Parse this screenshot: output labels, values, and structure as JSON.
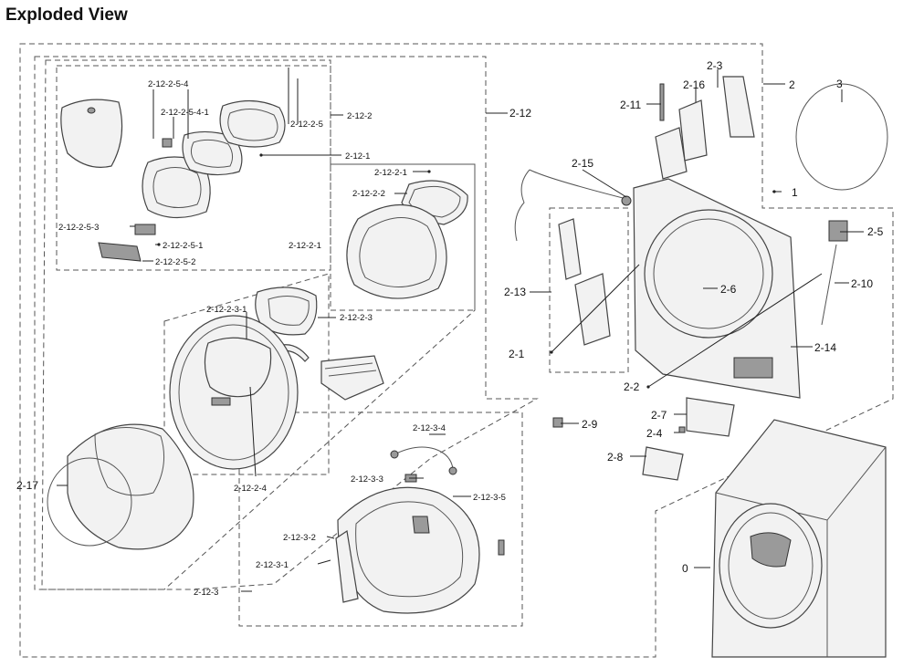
{
  "page": {
    "title": "Exploded View"
  },
  "labels": {
    "l0": "0",
    "l1": "1",
    "l2": "2",
    "l3": "3",
    "l2_1": "2-1",
    "l2_2": "2-2",
    "l2_3": "2-3",
    "l2_4": "2-4",
    "l2_5": "2-5",
    "l2_6": "2-6",
    "l2_7": "2-7",
    "l2_8": "2-8",
    "l2_9": "2-9",
    "l2_10": "2-10",
    "l2_11": "2-11",
    "l2_12": "2-12",
    "l2_13": "2-13",
    "l2_14": "2-14",
    "l2_15": "2-15",
    "l2_16": "2-16",
    "l2_17": "2-17",
    "l2_12_1": "2-12-1",
    "l2_12_2": "2-12-2",
    "l2_12_2_1": "2-12-2-1",
    "l2_12_2_1b": "2-12-2-1",
    "l2_12_2_2": "2-12-2-2",
    "l2_12_2_3": "2-12-2-3",
    "l2_12_2_3_1": "2-12-2-3-1",
    "l2_12_2_4": "2-12-2-4",
    "l2_12_2_5": "2-12-2-5",
    "l2_12_2_5_1": "2-12-2-5-1",
    "l2_12_2_5_2": "2-12-2-5-2",
    "l2_12_2_5_3": "2-12-2-5-3",
    "l2_12_2_5_4": "2-12-2-5-4",
    "l2_12_2_5_4_1": "2-12-2-5-4-1",
    "l2_12_3": "2-12-3",
    "l2_12_3_1": "2-12-3-1",
    "l2_12_3_2": "2-12-3-2",
    "l2_12_3_3": "2-12-3-3",
    "l2_12_3_4": "2-12-3-4",
    "l2_12_3_5": "2-12-3-5"
  }
}
